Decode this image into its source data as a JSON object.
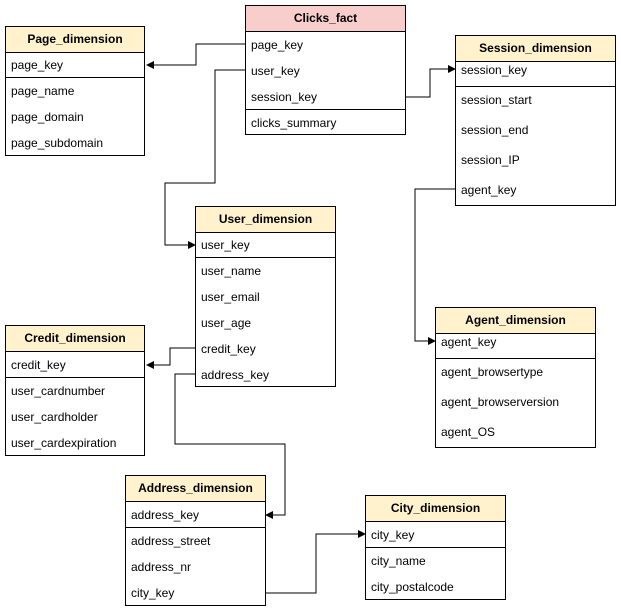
{
  "tables": {
    "clicks_fact": {
      "title": "Clicks_fact",
      "keys": [
        "page_key",
        "user_key",
        "session_key"
      ],
      "attrs": [
        "clicks_summary"
      ]
    },
    "page_dimension": {
      "title": "Page_dimension",
      "keys": [
        "page_key"
      ],
      "attrs": [
        "page_name",
        "page_domain",
        "page_subdomain"
      ]
    },
    "session_dimension": {
      "title": "Session_dimension",
      "keys": [
        "session_key"
      ],
      "attrs": [
        "session_start",
        "session_end",
        "session_IP",
        "agent_key"
      ]
    },
    "user_dimension": {
      "title": "User_dimension",
      "keys": [
        "user_key"
      ],
      "attrs": [
        "user_name",
        "user_email",
        "user_age",
        "credit_key",
        "address_key"
      ]
    },
    "credit_dimension": {
      "title": "Credit_dimension",
      "keys": [
        "credit_key"
      ],
      "attrs": [
        "user_cardnumber",
        "user_cardholder",
        "user_cardexpiration"
      ]
    },
    "agent_dimension": {
      "title": "Agent_dimension",
      "keys": [
        "agent_key"
      ],
      "attrs": [
        "agent_browsertype",
        "agent_browserversion",
        "agent_OS"
      ]
    },
    "address_dimension": {
      "title": "Address_dimension",
      "keys": [
        "address_key"
      ],
      "attrs": [
        "address_street",
        "address_nr",
        "city_key"
      ]
    },
    "city_dimension": {
      "title": "City_dimension",
      "keys": [
        "city_key"
      ],
      "attrs": [
        "city_name",
        "city_postalcode"
      ]
    }
  },
  "colors": {
    "dimension_header": "#fff2cc",
    "fact_header": "#f8cecc",
    "line": "#000000"
  }
}
